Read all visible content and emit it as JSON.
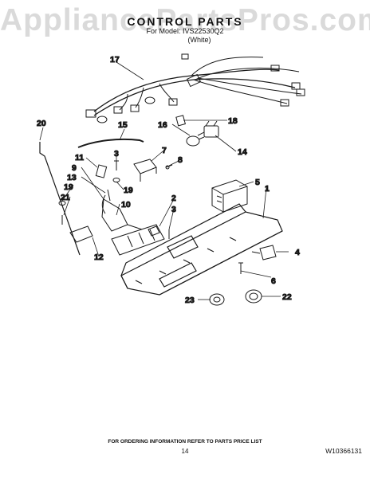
{
  "watermark": "AppliancePartsPros.com",
  "header": {
    "title": "CONTROL PARTS",
    "model_line": "For Model: IVS22530Q2",
    "color_line": "(White)"
  },
  "callouts": {
    "c1": "1",
    "c2": "2",
    "c3a": "3",
    "c3b": "3",
    "c4": "4",
    "c5": "5",
    "c6": "6",
    "c7": "7",
    "c8": "8",
    "c9": "9",
    "c10": "10",
    "c11": "11",
    "c12": "12",
    "c13": "13",
    "c14": "14",
    "c15": "15",
    "c16": "16",
    "c17": "17",
    "c18": "18",
    "c19a": "19",
    "c19b": "19",
    "c20": "20",
    "c21": "21",
    "c22": "22",
    "c23": "23"
  },
  "footer": {
    "ordering_note": "FOR ORDERING INFORMATION REFER TO PARTS PRICE LIST",
    "page_number": "14",
    "doc_number": "W10366131"
  }
}
